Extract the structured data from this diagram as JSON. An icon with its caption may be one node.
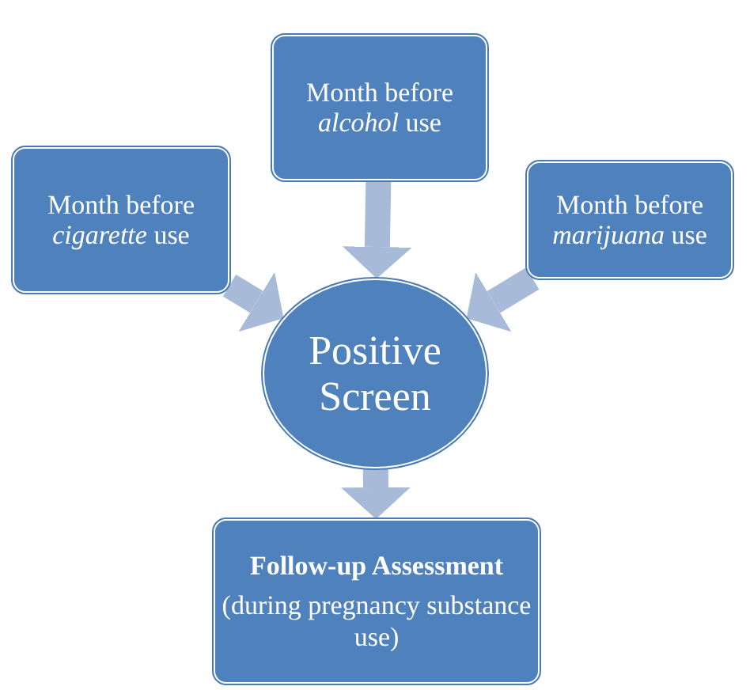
{
  "diagram": {
    "nodes": [
      {
        "text": [
          "Month before *alcohol* use"
        ]
      },
      {
        "text": [
          "Month before *cigarette* use"
        ]
      },
      {
        "text": [
          "Month before *marijuana* use"
        ]
      },
      {
        "text": [
          "Positive Screen"
        ]
      },
      {
        "text": [
          "Follow-up Assessment",
          "(during pregnancy substance use)"
        ]
      }
    ],
    "edges": [
      {
        "from": 0,
        "to": 3,
        "arrow": "to"
      },
      {
        "from": 1,
        "to": 3,
        "arrow": "to"
      },
      {
        "from": 2,
        "to": 3,
        "arrow": "to"
      },
      {
        "from": 3,
        "to": 4,
        "arrow": "to"
      }
    ]
  }
}
